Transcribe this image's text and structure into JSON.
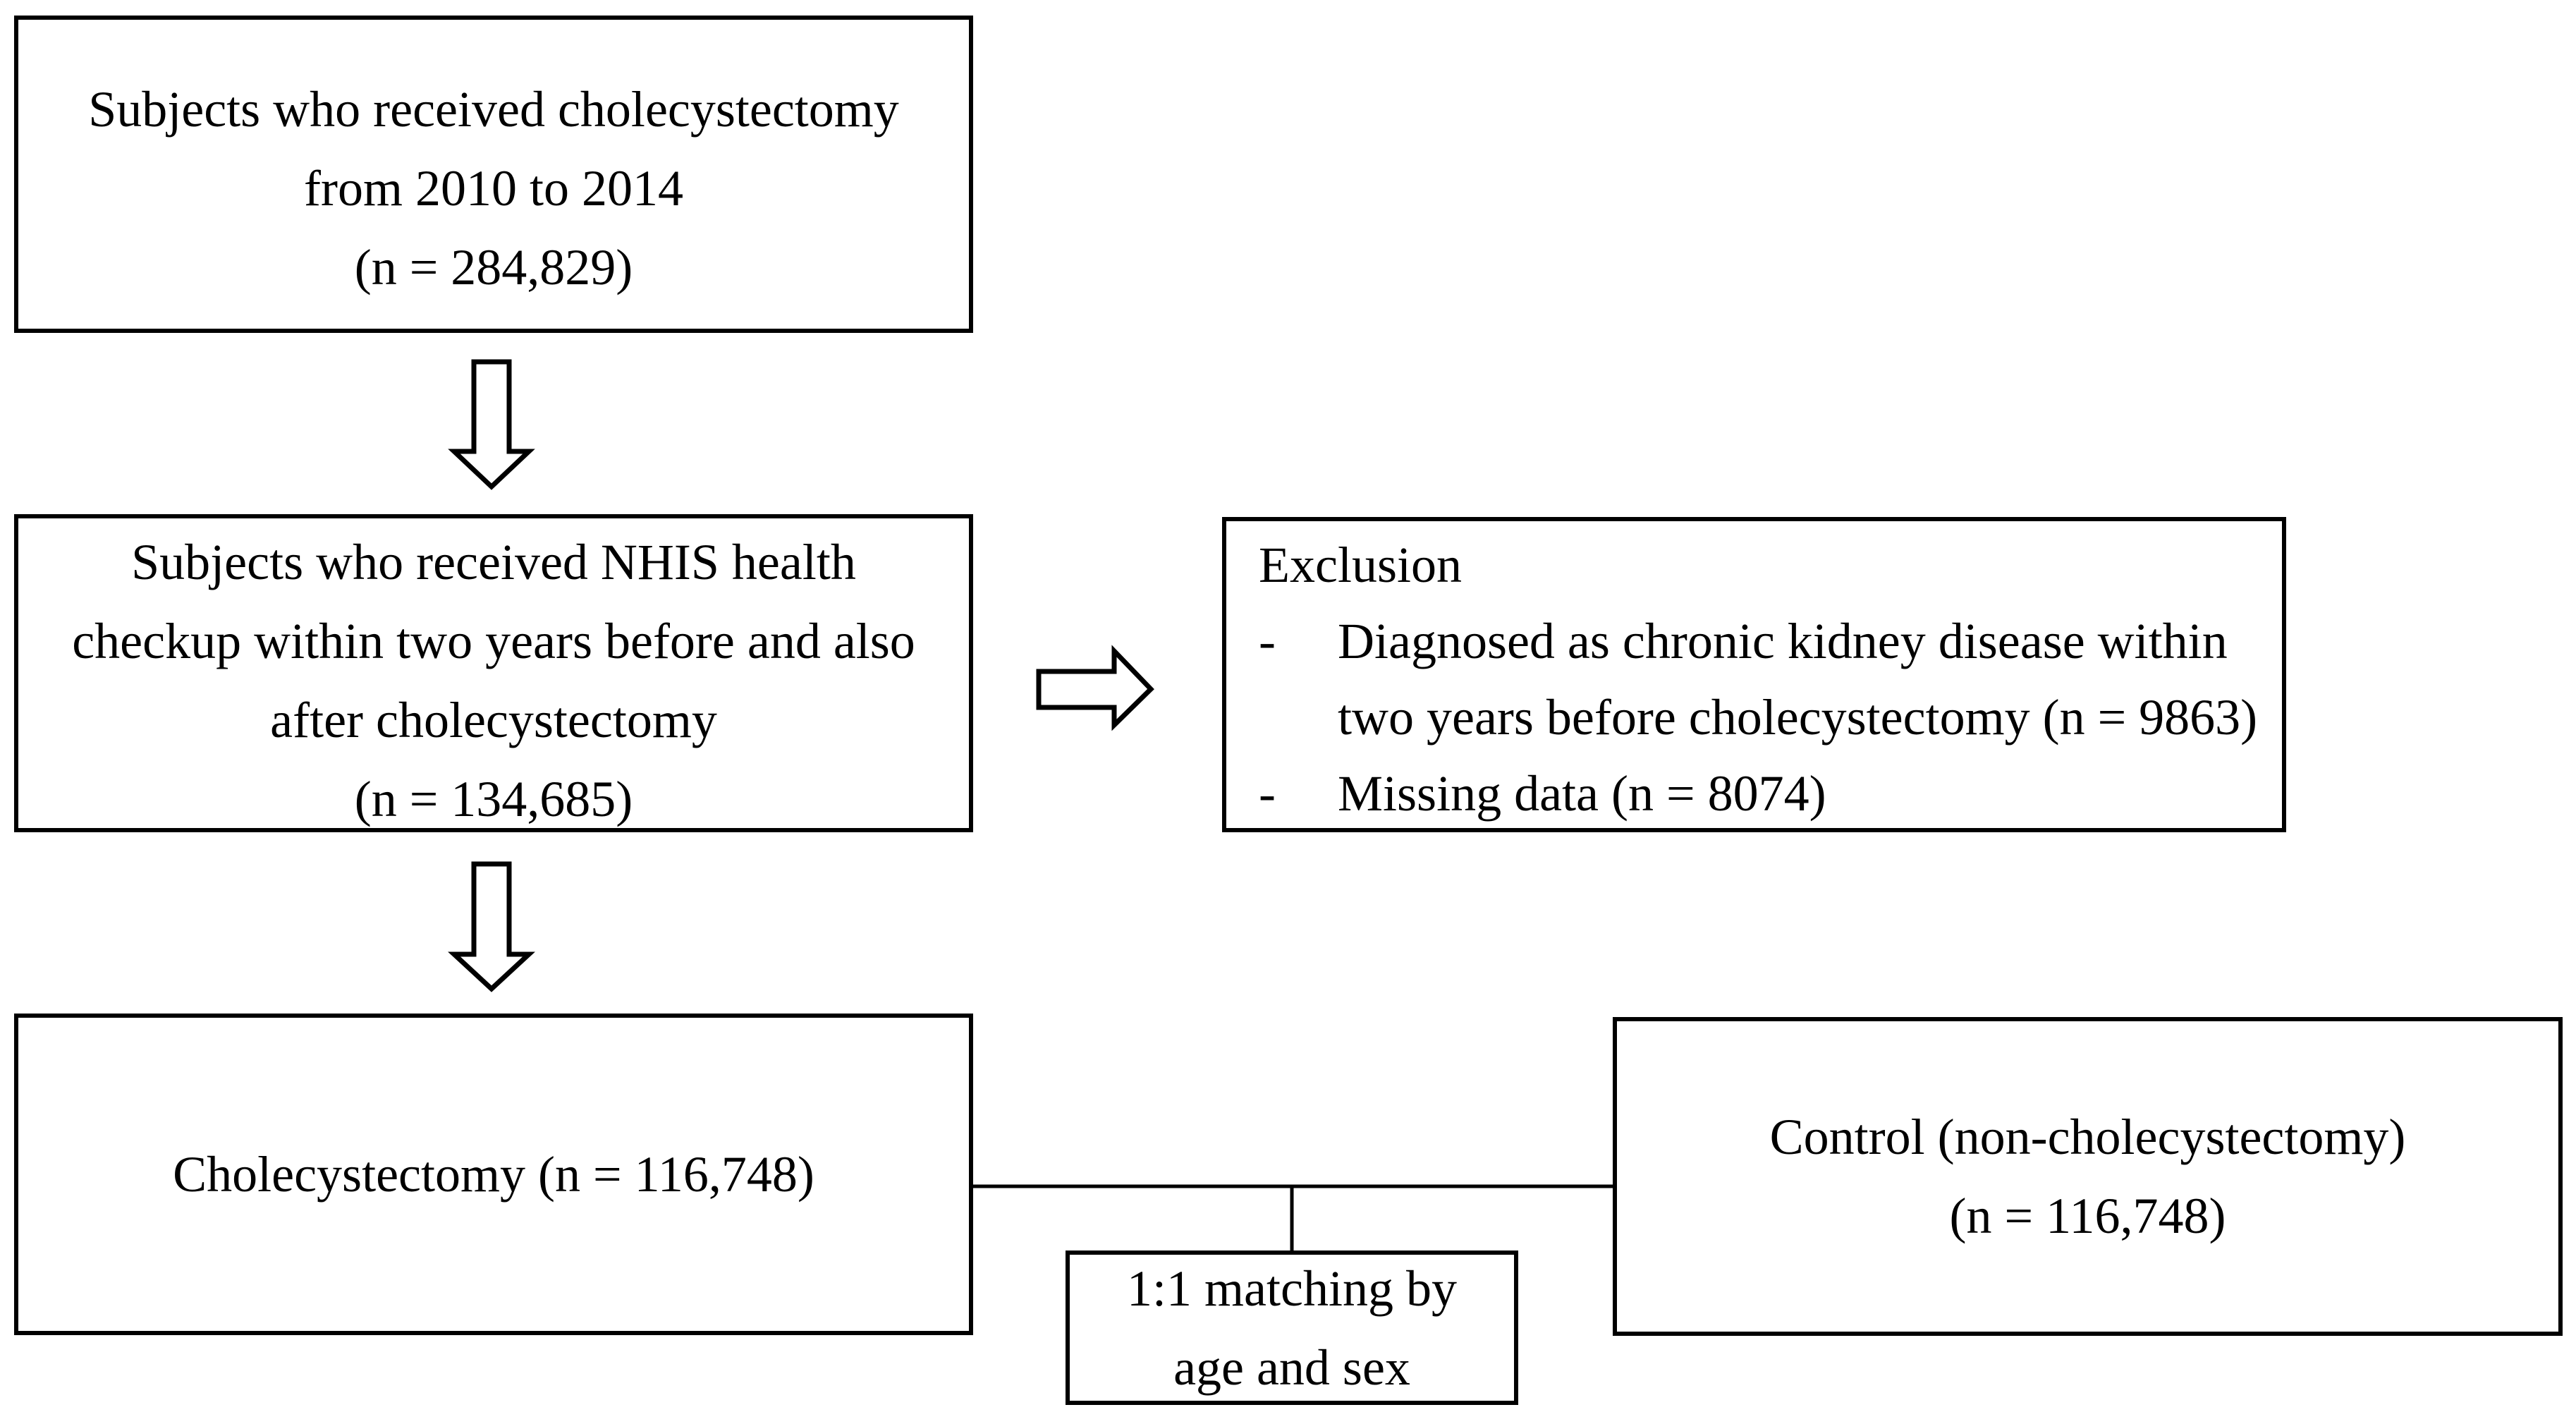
{
  "figure": {
    "background": "#ffffff",
    "line_color": "#000000"
  },
  "boxes": {
    "top": {
      "lines": [
        "Subjects who received cholecystectomy",
        "from 2010 to 2014",
        "(n = 284,829)"
      ]
    },
    "middle": {
      "lines": [
        "Subjects who received NHIS health",
        "checkup within two years before and also",
        "after cholecystectomy",
        "(n = 134,685)"
      ]
    },
    "exclusion": {
      "title": "Exclusion",
      "bullet": "-",
      "items": [
        {
          "text": "Diagnosed as chronic kidney disease within",
          "text_cont": "two years before cholecystectomy (n = 9863)"
        },
        {
          "text": "Missing data (n = 8074)",
          "text_cont": ""
        }
      ]
    },
    "cholecystectomy": {
      "label": "Cholecystectomy (n = 116,748)"
    },
    "control": {
      "lines": [
        "Control (non-cholecystectomy)",
        "(n = 116,748)"
      ]
    },
    "matching": {
      "lines": [
        "1:1 matching by",
        "age and sex"
      ]
    }
  },
  "icons": {
    "down_arrow": "hollow-block-arrow-down",
    "right_arrow": "hollow-block-arrow-right"
  }
}
